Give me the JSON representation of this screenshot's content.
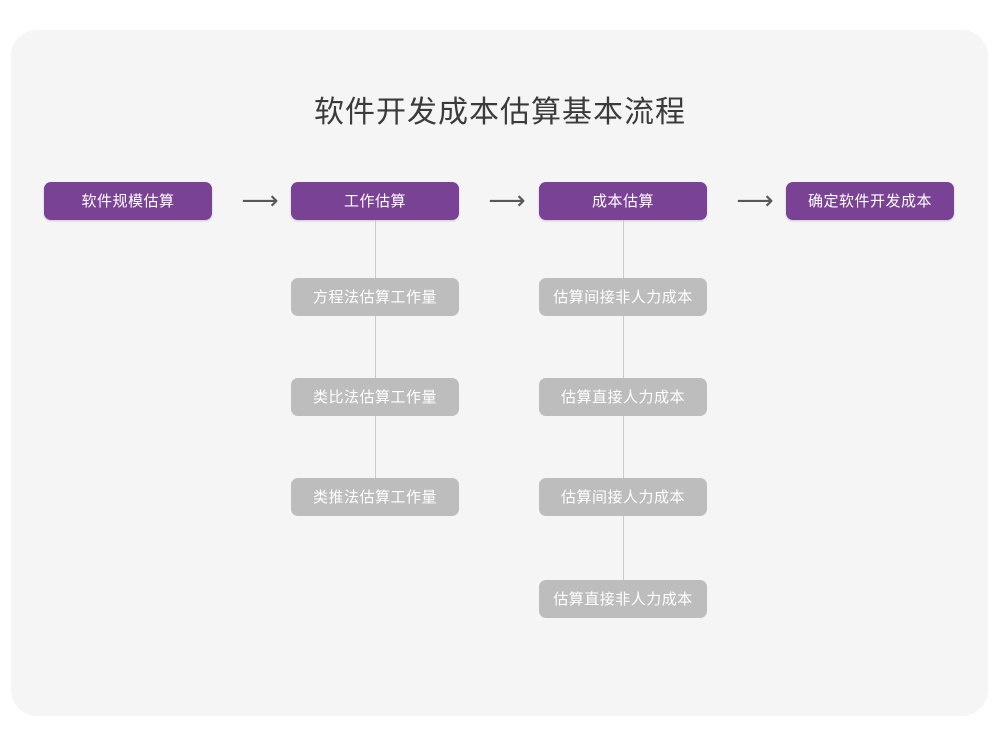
{
  "diagram": {
    "title": "软件开发成本估算基本流程",
    "type": "flowchart",
    "colors": {
      "page_background": "#ffffff",
      "card_background": "#f5f5f6",
      "primary_node": "#7a4295",
      "secondary_node": "#bdbdbd",
      "title_text": "#3b3b3b",
      "node_text": "#ffffff",
      "connector_line": "#c9c9cb",
      "arrow": "#58585a"
    },
    "main_flow": [
      {
        "id": "step-1",
        "label": "软件规模估算"
      },
      {
        "id": "step-2",
        "label": "工作估算"
      },
      {
        "id": "step-3",
        "label": "成本估算"
      },
      {
        "id": "step-4",
        "label": "确定软件开发成本"
      }
    ],
    "arrows": [
      {
        "id": "arrow-1",
        "glyph": "⟶"
      },
      {
        "id": "arrow-2",
        "glyph": "⟶"
      },
      {
        "id": "arrow-3",
        "glyph": "⟶"
      }
    ],
    "sub_flows": [
      {
        "parent": "step-2",
        "items": [
          {
            "id": "effort-1",
            "label": "方程法估算工作量"
          },
          {
            "id": "effort-2",
            "label": "类比法估算工作量"
          },
          {
            "id": "effort-3",
            "label": "类推法估算工作量"
          }
        ]
      },
      {
        "parent": "step-3",
        "items": [
          {
            "id": "cost-1",
            "label": "估算间接非人力成本"
          },
          {
            "id": "cost-2",
            "label": "估算直接人力成本"
          },
          {
            "id": "cost-3",
            "label": "估算间接人力成本"
          },
          {
            "id": "cost-4",
            "label": "估算直接非人力成本"
          }
        ]
      }
    ]
  }
}
